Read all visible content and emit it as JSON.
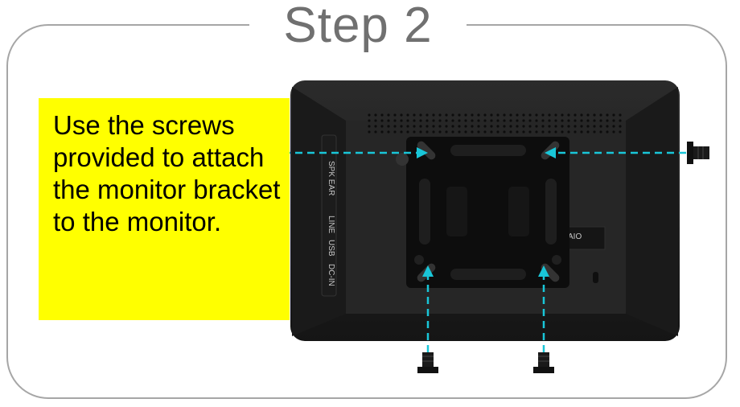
{
  "title": "Step 2",
  "instruction": "Use the screws provided to attach the monitor bracket to the monitor.",
  "device_label": "AIO",
  "colors": {
    "frame": "#a6a6a6",
    "title": "#707070",
    "instruction_bg": "#ffff00",
    "arrow": "#19c6d8",
    "monitor": "#222222"
  },
  "icons": [
    "screw-icon",
    "arrow-icon",
    "mounting-bracket",
    "monitor-back"
  ]
}
